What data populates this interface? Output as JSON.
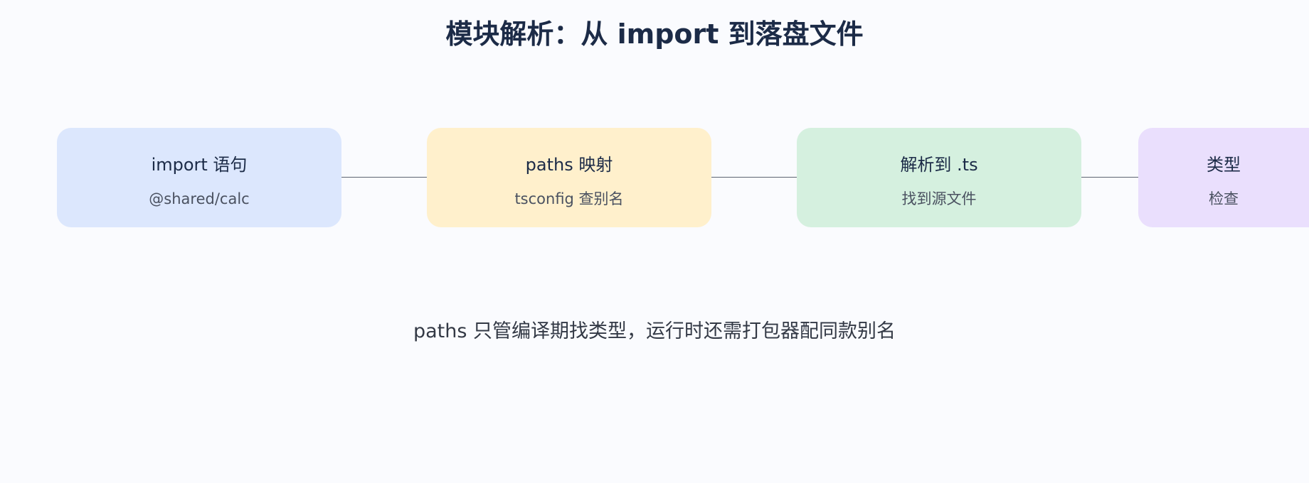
{
  "title": "模块解析：从 import 到落盘文件",
  "nodes": [
    {
      "title": "import 语句",
      "subtitle": "@shared/calc",
      "color": "#dce7fd"
    },
    {
      "title": "paths 映射",
      "subtitle": "tsconfig 查别名",
      "color": "#fff0cc"
    },
    {
      "title": "解析到 .ts",
      "subtitle": "找到源文件",
      "color": "#d5f0df"
    },
    {
      "title": "类型",
      "subtitle": "检查",
      "color": "#eadffd"
    }
  ],
  "footnote": "paths 只管编译期找类型，运行时还需打包器配同款别名"
}
